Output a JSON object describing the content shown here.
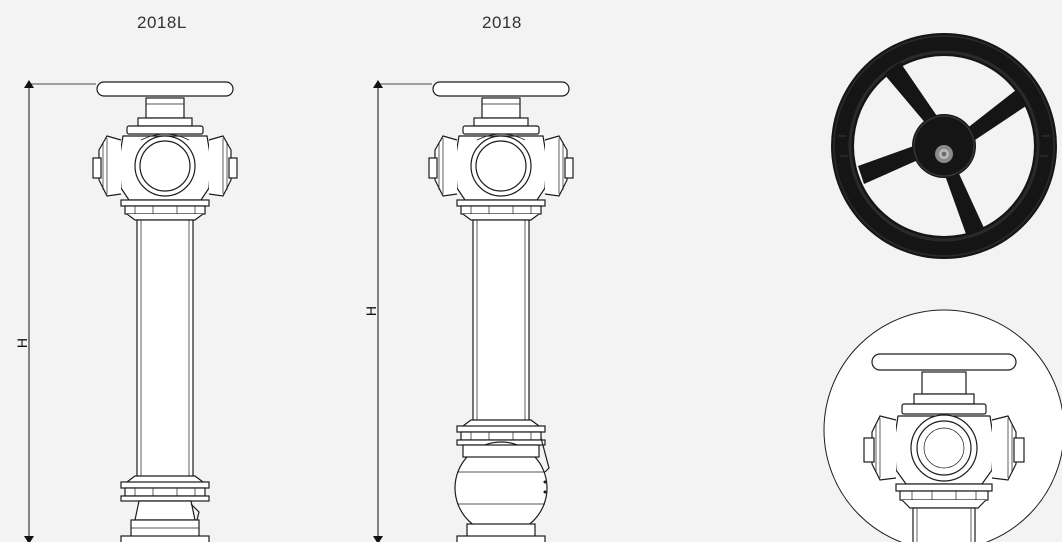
{
  "models": [
    {
      "name": "2018L",
      "dimension_label": "H"
    },
    {
      "name": "2018",
      "dimension_label": "H"
    }
  ],
  "colors": {
    "background": "#f3f3f3",
    "line": "#1c1c1c",
    "wheel": "#151515"
  },
  "icons": [
    "handwheel-photo",
    "detail-circle"
  ]
}
